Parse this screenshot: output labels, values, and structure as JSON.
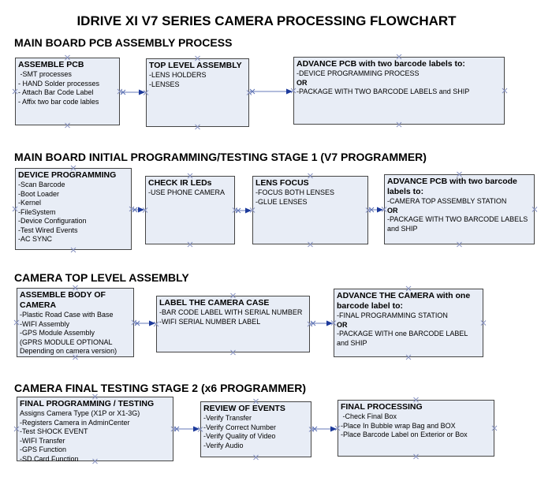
{
  "title": "IDRIVE XI V7 SERIES CAMERA PROCESSING FLOWCHART",
  "colors": {
    "background": "#ffffff",
    "box_fill": "#e8edf6",
    "box_border": "#454545",
    "arrow_line": "#8393c6",
    "arrow_head": "#1d3a9b",
    "arrow_tail_mark": "#5f74b5",
    "connection_mark": "#8691bf",
    "text": "#000000"
  },
  "sections": [
    {
      "heading": "MAIN BOARD PCB ASSEMBLY PROCESS",
      "boxes": [
        {
          "title_lines": [
            "ASSEMBLE PCB"
          ],
          "lines": [
            " -SMT processes",
            "- HAND Solder processes",
            "- Attach Bar Code Label",
            "- Affix two bar code lables"
          ]
        },
        {
          "title_lines": [
            "TOP LEVEL ASSEMBLY"
          ],
          "lines": [
            "-LENS HOLDERS",
            "-LENSES"
          ]
        },
        {
          "title_lines": [
            "ADVANCE PCB with two barcode labels to:"
          ],
          "lines": [
            "-DEVICE PROGRAMMING PROCESS",
            {
              "t": "OR",
              "b": true
            },
            "-PACKAGE WITH TWO BARCODE LABELS and SHIP"
          ]
        }
      ]
    },
    {
      "heading": "MAIN BOARD INITIAL PROGRAMMING/TESTING STAGE 1 (V7 PROGRAMMER)",
      "boxes": [
        {
          "title_lines": [
            "DEVICE PROGRAMMING"
          ],
          "lines": [
            "-Scan Barcode",
            "-Boot Loader",
            "-Kernel",
            "-FileSystem",
            "-Device Configuration",
            "-Test Wired Events",
            "-AC SYNC"
          ]
        },
        {
          "title_lines": [
            "CHECK IR LEDs"
          ],
          "lines": [
            "-USE PHONE CAMERA"
          ]
        },
        {
          "title_lines": [
            "LENS FOCUS"
          ],
          "lines": [
            "-FOCUS BOTH LENSES",
            "-GLUE LENSES"
          ]
        },
        {
          "title_lines": [
            "ADVANCE PCB with two barcode",
            "labels to:"
          ],
          "lines": [
            "-CAMERA TOP ASSEMBLY STATION",
            {
              "t": "OR",
              "b": true
            },
            "-PACKAGE WITH TWO BARCODE LABELS",
            "and SHIP"
          ]
        }
      ]
    },
    {
      "heading": "CAMERA TOP LEVEL ASSEMBLY",
      "boxes": [
        {
          "title_lines": [
            "ASSEMBLE BODY OF",
            "CAMERA"
          ],
          "lines": [
            "-Plastic Road Case with Base",
            "-WIFI Assembly",
            "-GPS Module Assembly",
            "(GPRS MODULE OPTIONAL",
            "Depending on camera version)"
          ]
        },
        {
          "title_lines": [
            "LABEL THE CAMERA CASE"
          ],
          "lines": [
            "-BAR CODE LABEL WITH SERIAL NUMBER",
            "-WIFI SERIAL NUMBER LABEL"
          ]
        },
        {
          "title_lines": [
            "ADVANCE THE CAMERA with one",
            "barcode label to:"
          ],
          "lines": [
            "-FINAL PROGRAMMING STATION",
            {
              "t": "OR",
              "b": true
            },
            "-PACKAGE WITH one BARCODE LABEL",
            "and SHIP"
          ]
        }
      ]
    },
    {
      "heading": "CAMERA FINAL TESTING STAGE 2 (x6 PROGRAMMER)",
      "boxes": [
        {
          "title_lines": [
            "FINAL PROGRAMMING / TESTING"
          ],
          "lines": [
            "Assigns Camera Type (X1P or X1-3G)",
            "-Registers Camera in AdminCenter",
            "-Test SHOCK EVENT",
            "-WIFI Transfer",
            "-GPS Function",
            "-SD Card Function"
          ]
        },
        {
          "title_lines": [
            "REVIEW OF EVENTS"
          ],
          "lines": [
            "-Verify Transfer",
            "-Verify Correct Number",
            "-Verify Quality of Video",
            "-Verify Audio"
          ]
        },
        {
          "title_lines": [
            "FINAL PROCESSING"
          ],
          "lines": [
            " -Check Final Box",
            "-Place In Bubble wrap Bag and BOX",
            "-Place Barcode Label on Exterior or Box"
          ]
        }
      ]
    }
  ]
}
